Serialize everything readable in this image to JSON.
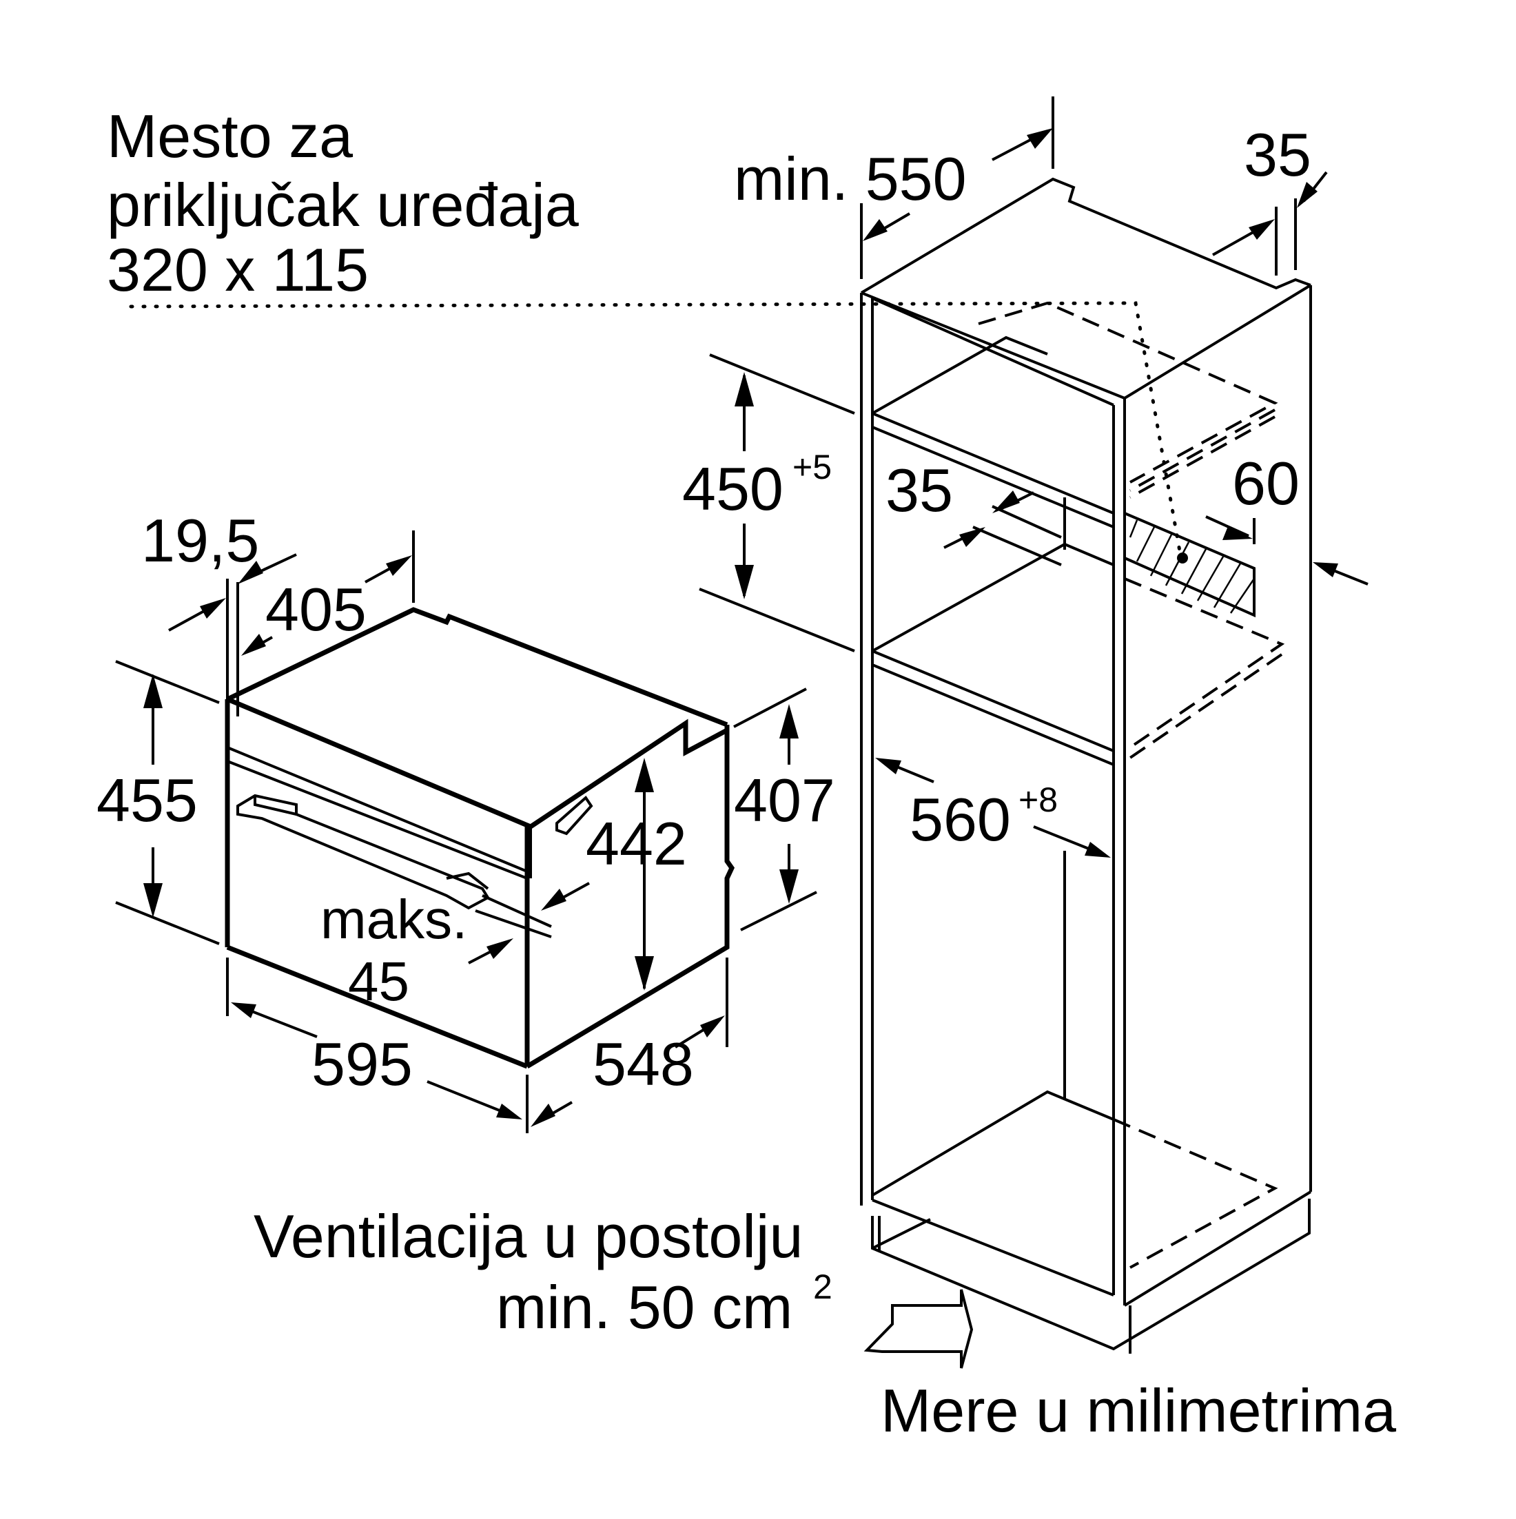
{
  "notes": {
    "connection_area_line1": "Mesto za",
    "connection_area_line2": "priključak uređaja",
    "connection_area_line3": "320 x 115",
    "ventilation_line1": "Ventilacija u postolju",
    "ventilation_line2": "min. 50 cm",
    "ventilation_sup": "2",
    "units_note": "Mere u milimetrima"
  },
  "appliance_dimensions": {
    "panel_thickness": "19,5",
    "top_depth": "405",
    "height_front": "455",
    "height_side": "407",
    "inner_height": "442",
    "max_label": "maks.",
    "max_value": "45",
    "width": "595",
    "depth": "548"
  },
  "cabinet_dimensions": {
    "min_depth": "min. 550",
    "back_gap": "35",
    "niche_height": "450",
    "niche_height_tol": "+5",
    "shelf_gap": "35",
    "socket_depth": "60",
    "niche_width": "560",
    "niche_width_tol": "+8"
  }
}
